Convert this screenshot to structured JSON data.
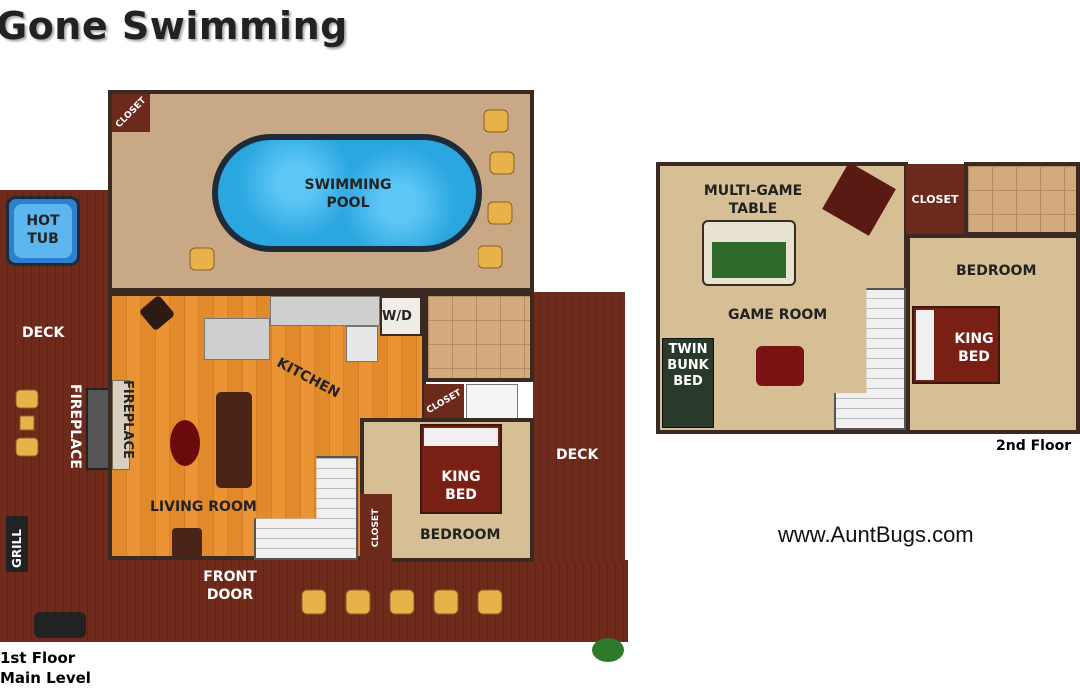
{
  "title": "Gone Swimming",
  "website": "www.AuntBugs.com",
  "floor1": {
    "label_line1": "1st Floor",
    "label_line2": "Main Level",
    "rooms": {
      "hot_tub": "HOT TUB",
      "pool": "SWIMMING POOL",
      "deck_left": "DECK",
      "deck_right": "DECK",
      "fireplace_outdoor": "FIREPLACE",
      "fireplace_indoor": "FIREPLACE",
      "grill": "GRILL",
      "kitchen": "KITCHEN",
      "wd": "W/D",
      "living_room": "LIVING ROOM",
      "front_door": "FRONT DOOR",
      "bedroom": "BEDROOM",
      "king_bed": "KING BED",
      "closet_pool": "CLOSET",
      "closet_bath": "CLOSET",
      "closet_bedroom": "CLOSET"
    }
  },
  "floor2": {
    "label": "2nd Floor",
    "rooms": {
      "multi_game_table": "MULTI-GAME TABLE",
      "game_room": "GAME ROOM",
      "twin_bunk_bed": "TWIN BUNK BED",
      "closet": "CLOSET",
      "bedroom": "BEDROOM",
      "king_bed": "KING BED"
    }
  },
  "colors": {
    "deck": "#6e2b1c",
    "pool": "#2aa6e0",
    "wood_floor": "#e18a2c",
    "carpet": "#d7bf95",
    "wall": "#3a2a22"
  }
}
